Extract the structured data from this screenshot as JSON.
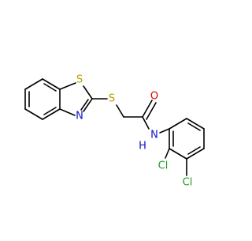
{
  "molecule": {
    "atom_labels": {
      "s_thiazole": "S",
      "n_thiazole": "N",
      "s_thioether": "S",
      "o_carbonyl": "O",
      "nh_amide": "N",
      "h_amide": "H",
      "cl_2": "Cl",
      "cl_3": "Cl"
    },
    "colors": {
      "bond": "#000000",
      "sulfur": "#b8a000",
      "nitrogen": "#1010d0",
      "oxygen": "#e00000",
      "chlorine": "#1f9e1f"
    }
  }
}
